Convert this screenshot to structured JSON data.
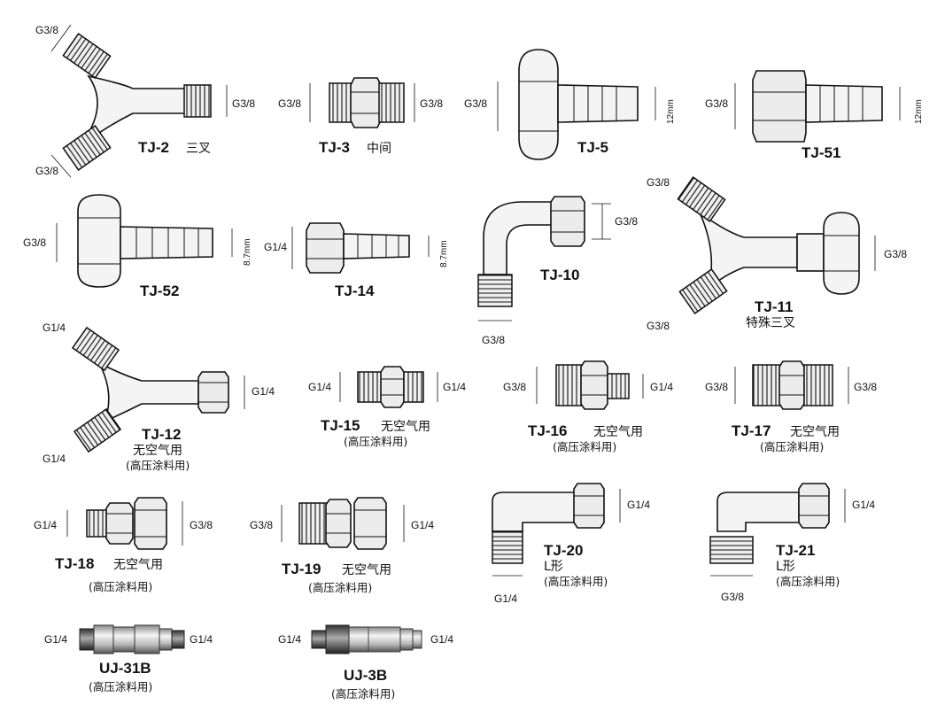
{
  "labels": {
    "g38": "G3/8",
    "g14": "G1/4",
    "mm12": "12mm",
    "mm87": "8.7mm"
  },
  "parts": [
    {
      "code": "TJ-2",
      "sub": "三叉",
      "paren": ""
    },
    {
      "code": "TJ-3",
      "sub": "中间",
      "paren": ""
    },
    {
      "code": "TJ-5",
      "sub": "",
      "paren": ""
    },
    {
      "code": "TJ-51",
      "sub": "",
      "paren": ""
    },
    {
      "code": "TJ-52",
      "sub": "",
      "paren": ""
    },
    {
      "code": "TJ-14",
      "sub": "",
      "paren": ""
    },
    {
      "code": "TJ-10",
      "sub": "",
      "paren": ""
    },
    {
      "code": "TJ-11",
      "sub": "特殊三叉",
      "paren": ""
    },
    {
      "code": "TJ-12",
      "sub": "无空气用",
      "paren": "(高压涂料用)"
    },
    {
      "code": "TJ-15",
      "sub": "无空气用",
      "paren": "(高压涂料用)"
    },
    {
      "code": "TJ-16",
      "sub": "无空气用",
      "paren": "(高压涂料用)"
    },
    {
      "code": "TJ-17",
      "sub": "无空气用",
      "paren": "(高压涂料用)"
    },
    {
      "code": "TJ-18",
      "sub": "无空气用",
      "paren": "(高压涂料用)"
    },
    {
      "code": "TJ-19",
      "sub": "无空气用",
      "paren": "(高压涂料用)"
    },
    {
      "code": "TJ-20",
      "sub": "L形",
      "paren": "(高压涂料用)"
    },
    {
      "code": "TJ-21",
      "sub": "L形",
      "paren": "(高压涂料用)"
    },
    {
      "code": "UJ-31B",
      "sub": "",
      "paren": "(高压涂料用)"
    },
    {
      "code": "UJ-3B",
      "sub": "",
      "paren": "(高压涂料用)"
    }
  ]
}
